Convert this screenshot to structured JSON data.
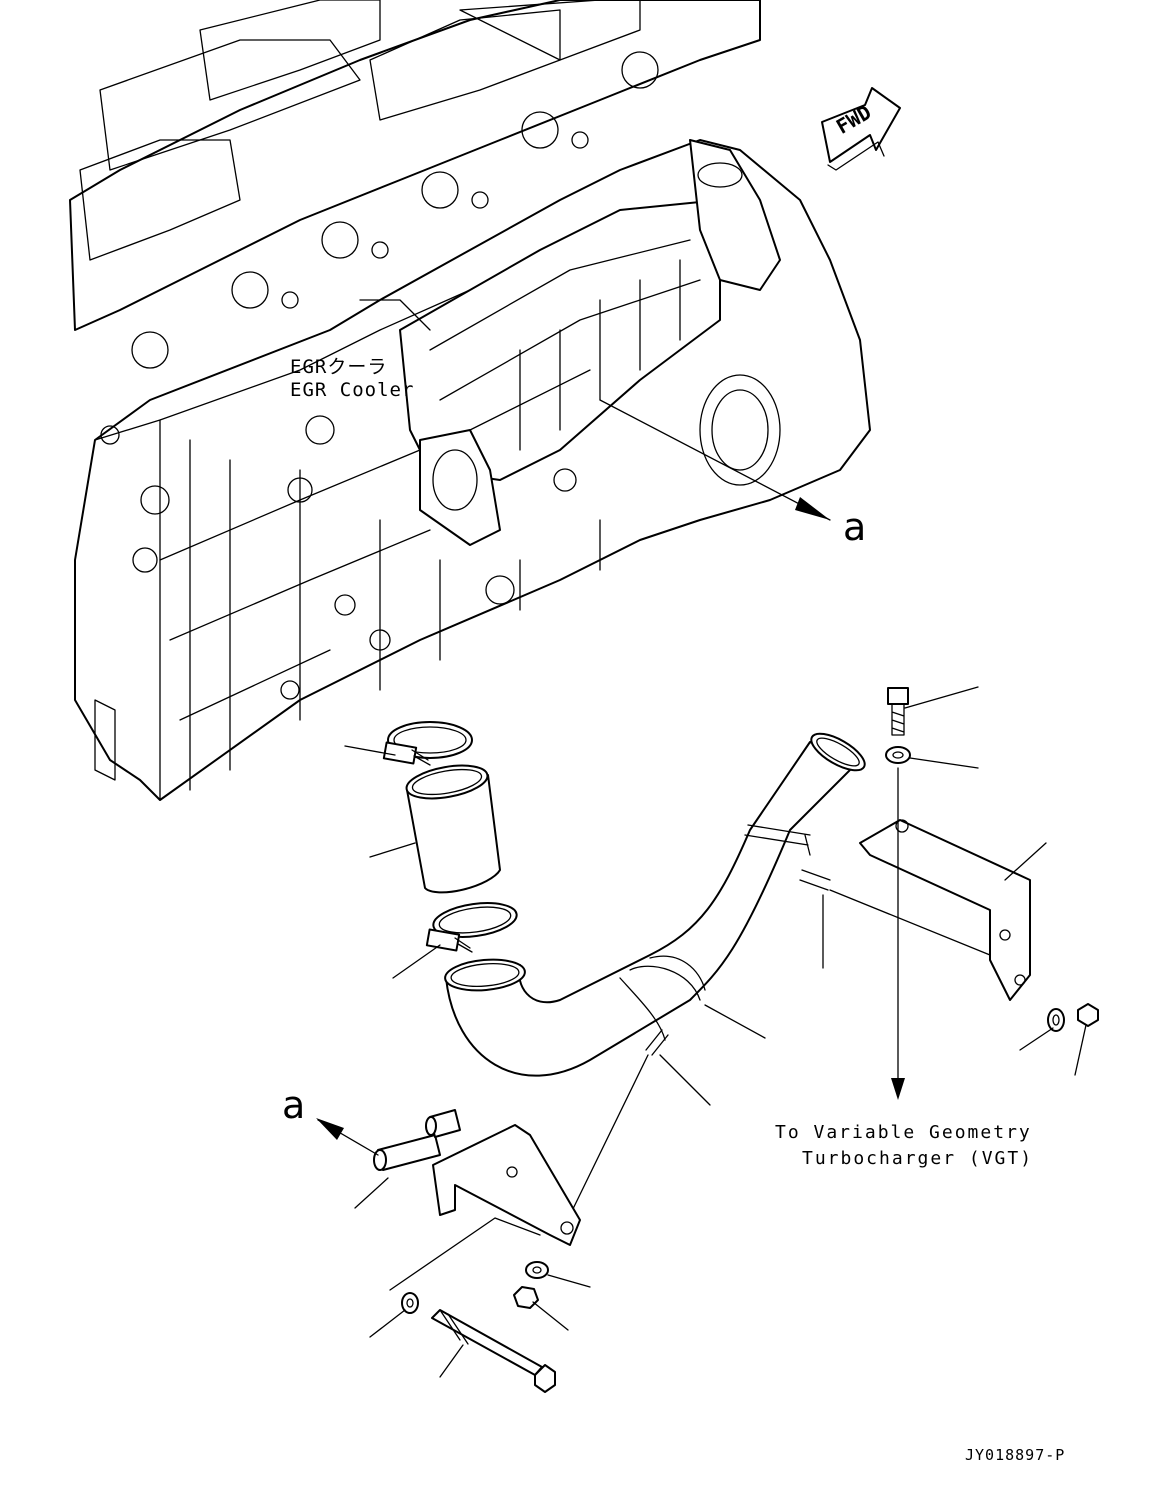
{
  "labels": {
    "egr_cooler_jp": "EGRクーラ",
    "egr_cooler_en": "EGR Cooler",
    "fwd": "FWD",
    "ref_a_top": "a",
    "ref_a_bottom": "a",
    "to_vgt_line1": "To Variable Geometry",
    "to_vgt_line2": "Turbocharger (VGT)",
    "drawing_number": "JY018897-P"
  }
}
